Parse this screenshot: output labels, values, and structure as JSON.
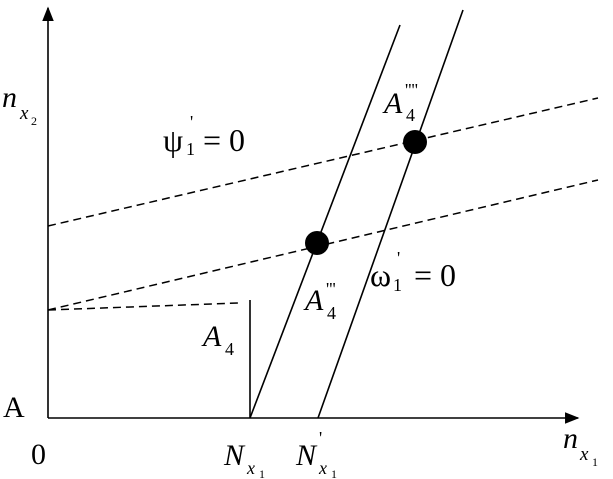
{
  "axes": {
    "y_label_base": "n",
    "y_label_sub": "x",
    "y_label_subsub": "2",
    "x_label_base": "n",
    "x_label_sub": "x",
    "x_label_subsub": "1",
    "origin_label": "0",
    "corner_label": "A"
  },
  "regions": {
    "psi_symbol": "ψ",
    "psi_prime": "'",
    "psi_sub": "1",
    "psi_eq": "= 0",
    "omega_symbol": "ω",
    "omega_prime": "'",
    "omega_sub": "1",
    "omega_eq": "= 0"
  },
  "points": {
    "a4_base": "A",
    "a4_sub": "4",
    "a4_triple_base": "A",
    "a4_triple_sup": "'''",
    "a4_triple_sub": "4",
    "a4_quad_base": "A",
    "a4_quad_sup": "''''",
    "a4_quad_sub": "4"
  },
  "ticks": {
    "nx1_base": "N",
    "nx1_sub": "x",
    "nx1_subsub": "1",
    "nx1p_base": "N",
    "nx1p_prime": "'",
    "nx1p_sub": "x",
    "nx1p_subsub": "1"
  }
}
